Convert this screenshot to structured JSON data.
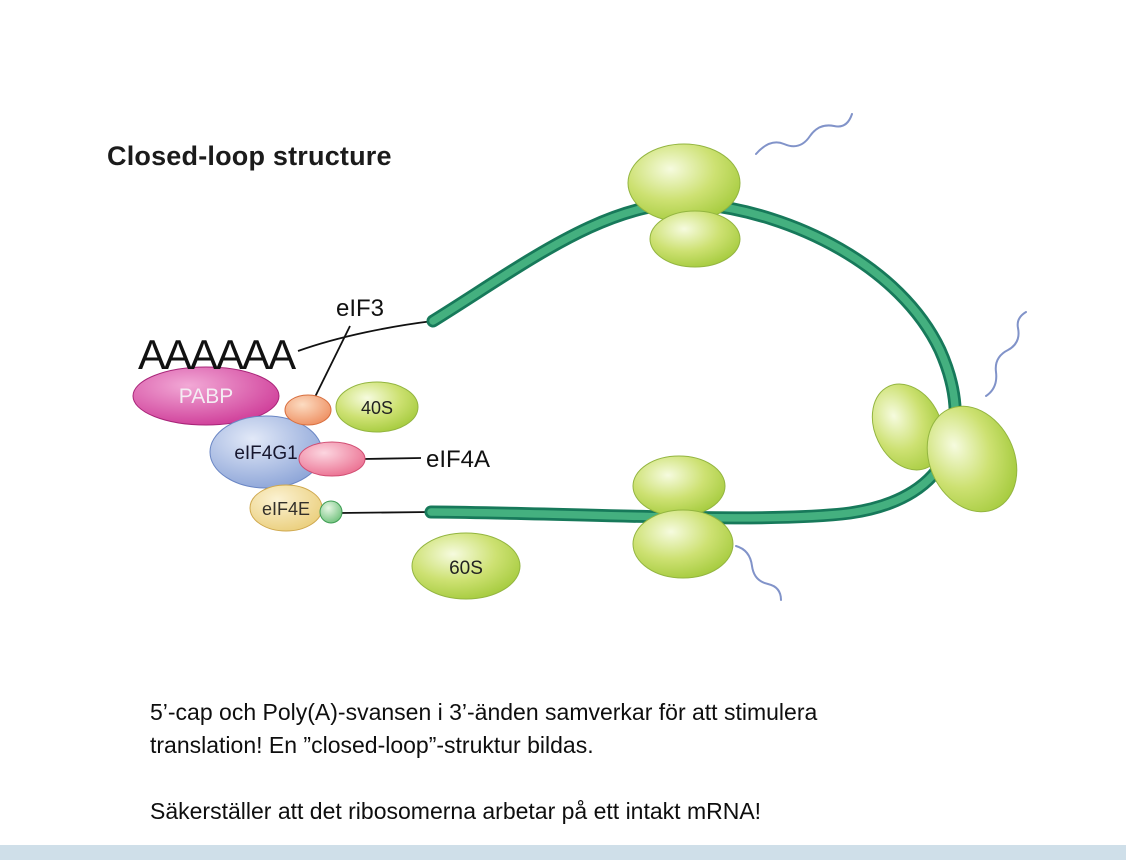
{
  "title": "Closed-loop structure",
  "diagram": {
    "polya_label": "AAAAAA",
    "pabp_label": "PABP",
    "eif3_label": "eIF3",
    "s40_label": "40S",
    "eif4g1_label": "eIF4G1",
    "eif4a_label": "eIF4A",
    "eif4e_label": "eIF4E",
    "s60_label": "60S"
  },
  "caption": {
    "para1_line1": "5’-cap och Poly(A)-svansen i 3’-änden samverkar för att stimulera",
    "para1_line2": "translation! En ”closed-loop”-struktur bildas.",
    "para2": "Säkerställer att det ribosomerna arbetar på ett intakt mRNA!"
  },
  "colors": {
    "mrna_edge": "#17795a",
    "mrna_core": "#44b07f",
    "ribosome_green": "#a5cc3b",
    "pabp_magenta": "#c92a8e",
    "eif4g1_blue": "#7e99d2",
    "eif4e_yellow": "#e8c96e",
    "eif3_orange": "#ec8352",
    "eif4a_pink": "#e85f84",
    "cap_green": "#5cb96b",
    "squiggle_blue": "#8193c9",
    "footer_bar": "#cfdfe9",
    "connector_black": "#111111"
  }
}
